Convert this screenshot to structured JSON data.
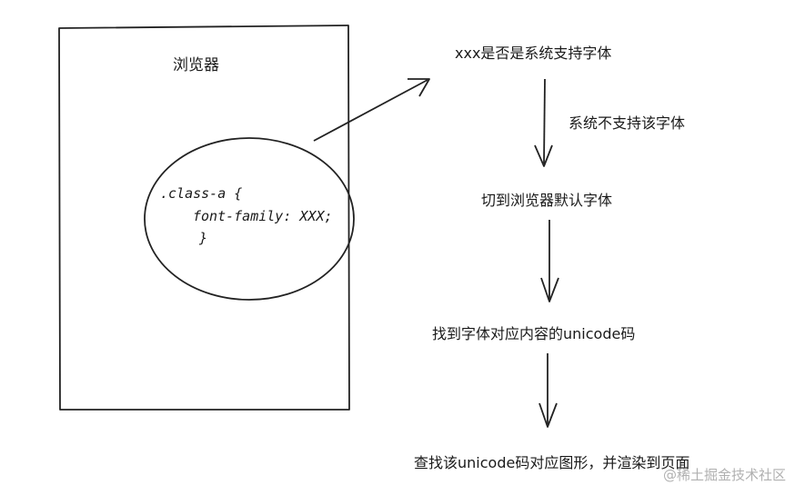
{
  "browser_label": "浏览器",
  "code": {
    "line1": ".class-a {",
    "line2": "font-family: XXX;",
    "line3": "}"
  },
  "steps": [
    "xxx是否是系统支持字体",
    "切到浏览器默认字体",
    "找到字体对应内容的unicode码",
    "查找该unicode码对应图形，并渲染到页面"
  ],
  "edge_label": "系统不支持该字体",
  "watermark": "@稀土掘金技术社区"
}
